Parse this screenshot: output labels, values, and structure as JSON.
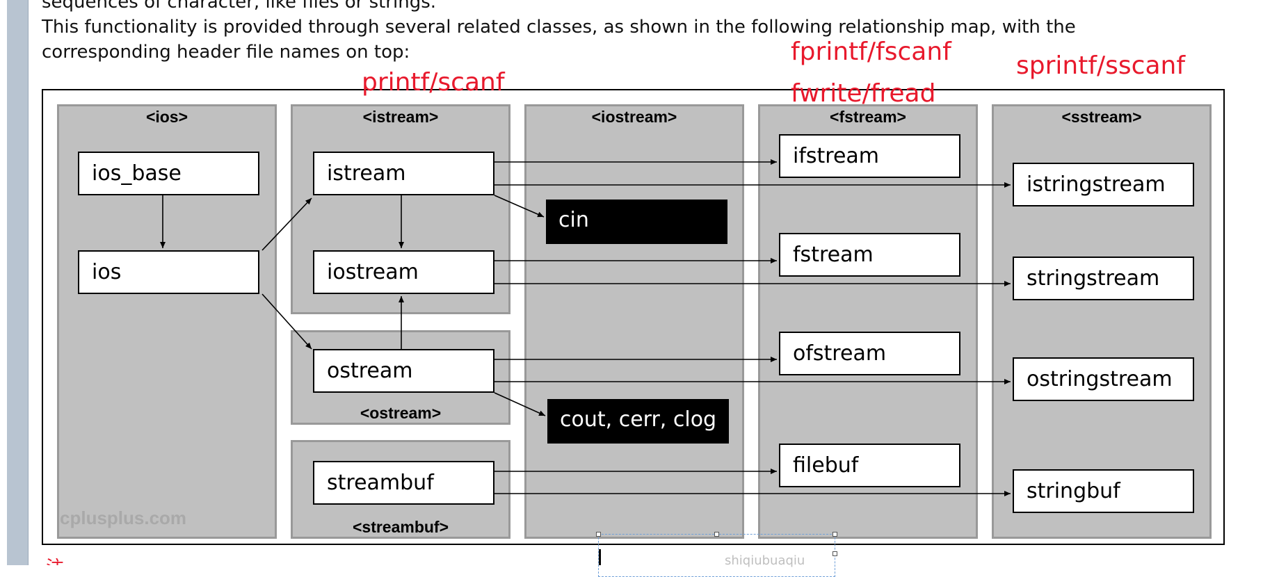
{
  "text": {
    "line0": "sequences of character, like files or strings.",
    "line1": "This functionality is provided through several related classes, as shown in the following relationship map, with the",
    "line2": "corresponding header file names on top:"
  },
  "diagram": {
    "panels": {
      "ios": "<ios>",
      "istream": "<istream>",
      "iostream": "<iostream>",
      "fstream": "<fstream>",
      "sstream": "<sstream>",
      "ostream": "<ostream>",
      "streambuf": "<streambuf>"
    },
    "classes": {
      "ios_base": "ios_base",
      "ios": "ios",
      "istream": "istream",
      "iostream": "iostream",
      "ostream": "ostream",
      "streambuf": "streambuf",
      "ifstream": "ifstream",
      "fstream": "fstream",
      "ofstream": "ofstream",
      "filebuf": "filebuf",
      "istringstream": "istringstream",
      "stringstream": "stringstream",
      "ostringstream": "ostringstream",
      "stringbuf": "stringbuf"
    },
    "objects": {
      "cin": "cin",
      "cout": "cout, cerr, clog"
    },
    "watermark": "cplusplus.com"
  },
  "annotations": {
    "printf": "printf/scanf",
    "fprintf": "fprintf/fscanf",
    "fwrite": "fwrite/fread",
    "sprintf": "sprintf/sscanf",
    "bottom": "注意"
  },
  "selection_text": "shiqiubuaqiu",
  "colors": {
    "annotation": "#e8192c",
    "panel": "#c0c0c0",
    "object_bg": "#000000",
    "left_bar": "#b8c4d1"
  }
}
